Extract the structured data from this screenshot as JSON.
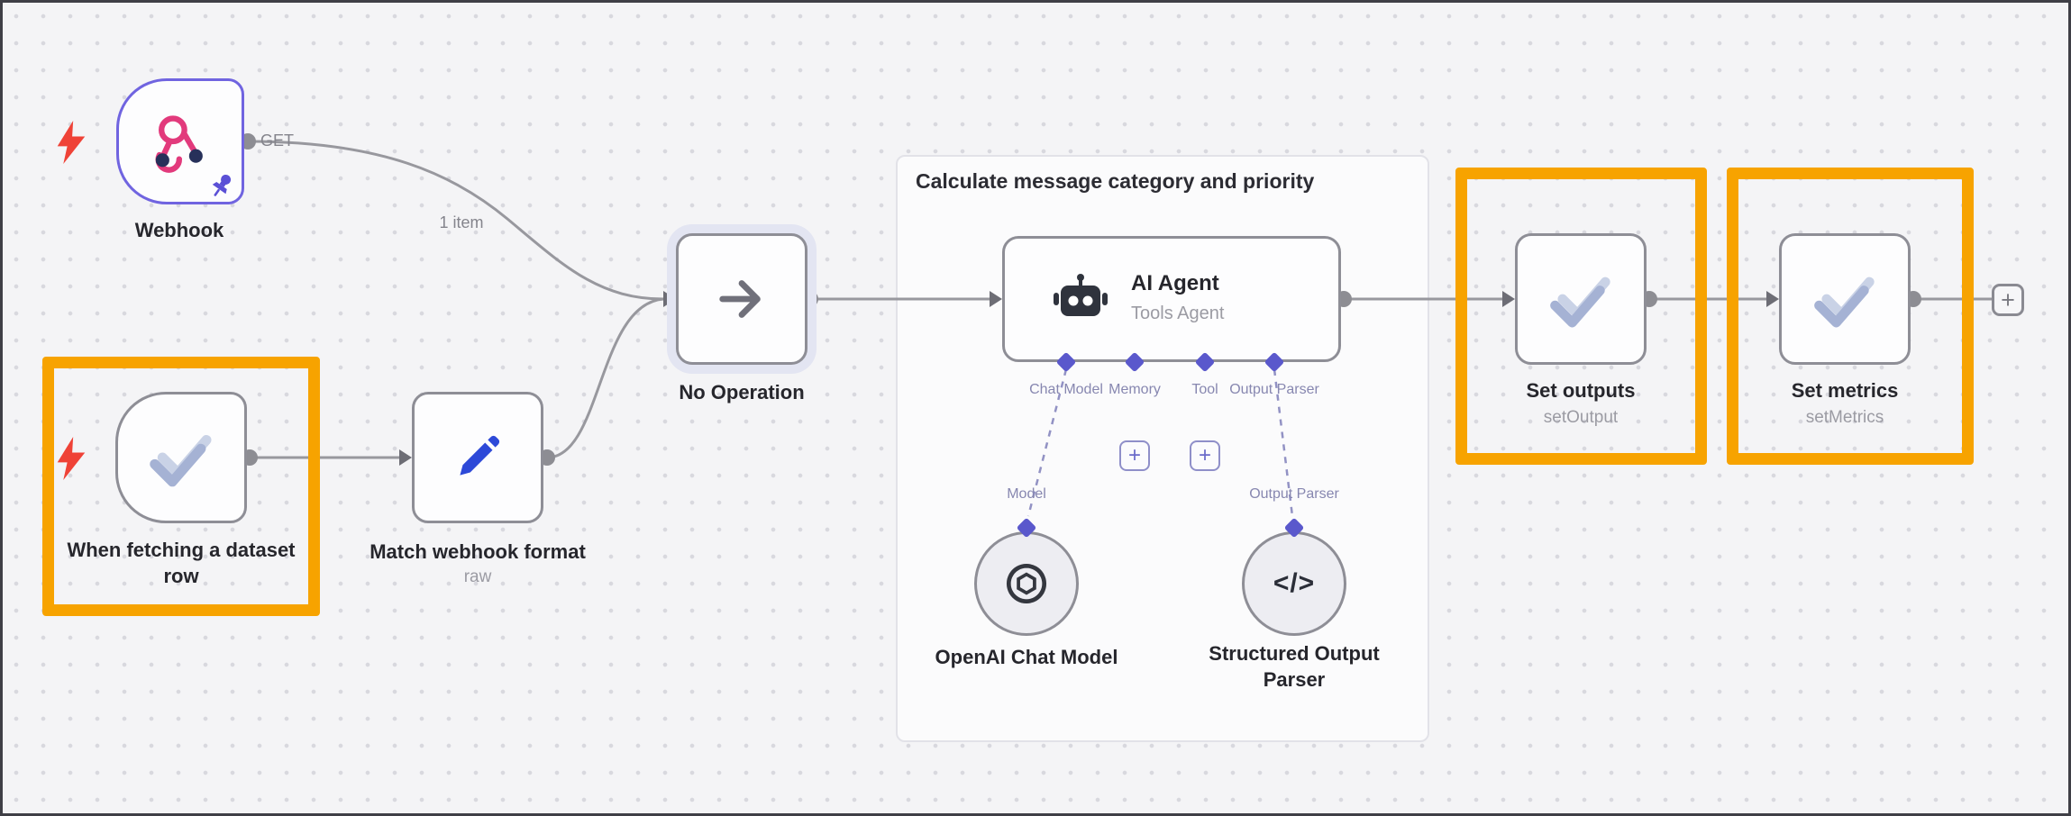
{
  "canvas": {
    "background": "#f4f4f6",
    "dot_color": "#d8d8de"
  },
  "colors": {
    "orange_highlight": "#f7a300",
    "node_border": "#8e8e96",
    "webhook_border": "#7064e0",
    "diamond_indigo": "#5a58cc",
    "connection_gray": "#98989e",
    "lightning_red": "#ef4237",
    "check_icon_blue": "#a5b2d4",
    "pencil_blue": "#2d49d8"
  },
  "labels": {
    "get": "GET",
    "one_item": "1 item",
    "plus": "+"
  },
  "group": {
    "title": "Calculate message category and priority"
  },
  "nodes": {
    "webhook": {
      "label": "Webhook"
    },
    "when_fetching": {
      "label": "When fetching a dataset row"
    },
    "match_format": {
      "label": "Match webhook format",
      "sublabel": "raw"
    },
    "no_operation": {
      "label": "No Operation"
    },
    "ai_agent": {
      "title": "AI Agent",
      "subtitle": "Tools Agent",
      "ports": [
        "Chat Model",
        "Memory",
        "Tool",
        "Output Parser"
      ]
    },
    "openai_model": {
      "label": "OpenAI Chat Model",
      "port_label": "Model"
    },
    "structured_parser": {
      "label": "Structured Output Parser",
      "port_label": "Output Parser",
      "glyph": "</>"
    },
    "set_outputs": {
      "label": "Set outputs",
      "sublabel": "setOutput"
    },
    "set_metrics": {
      "label": "Set metrics",
      "sublabel": "setMetrics"
    }
  }
}
